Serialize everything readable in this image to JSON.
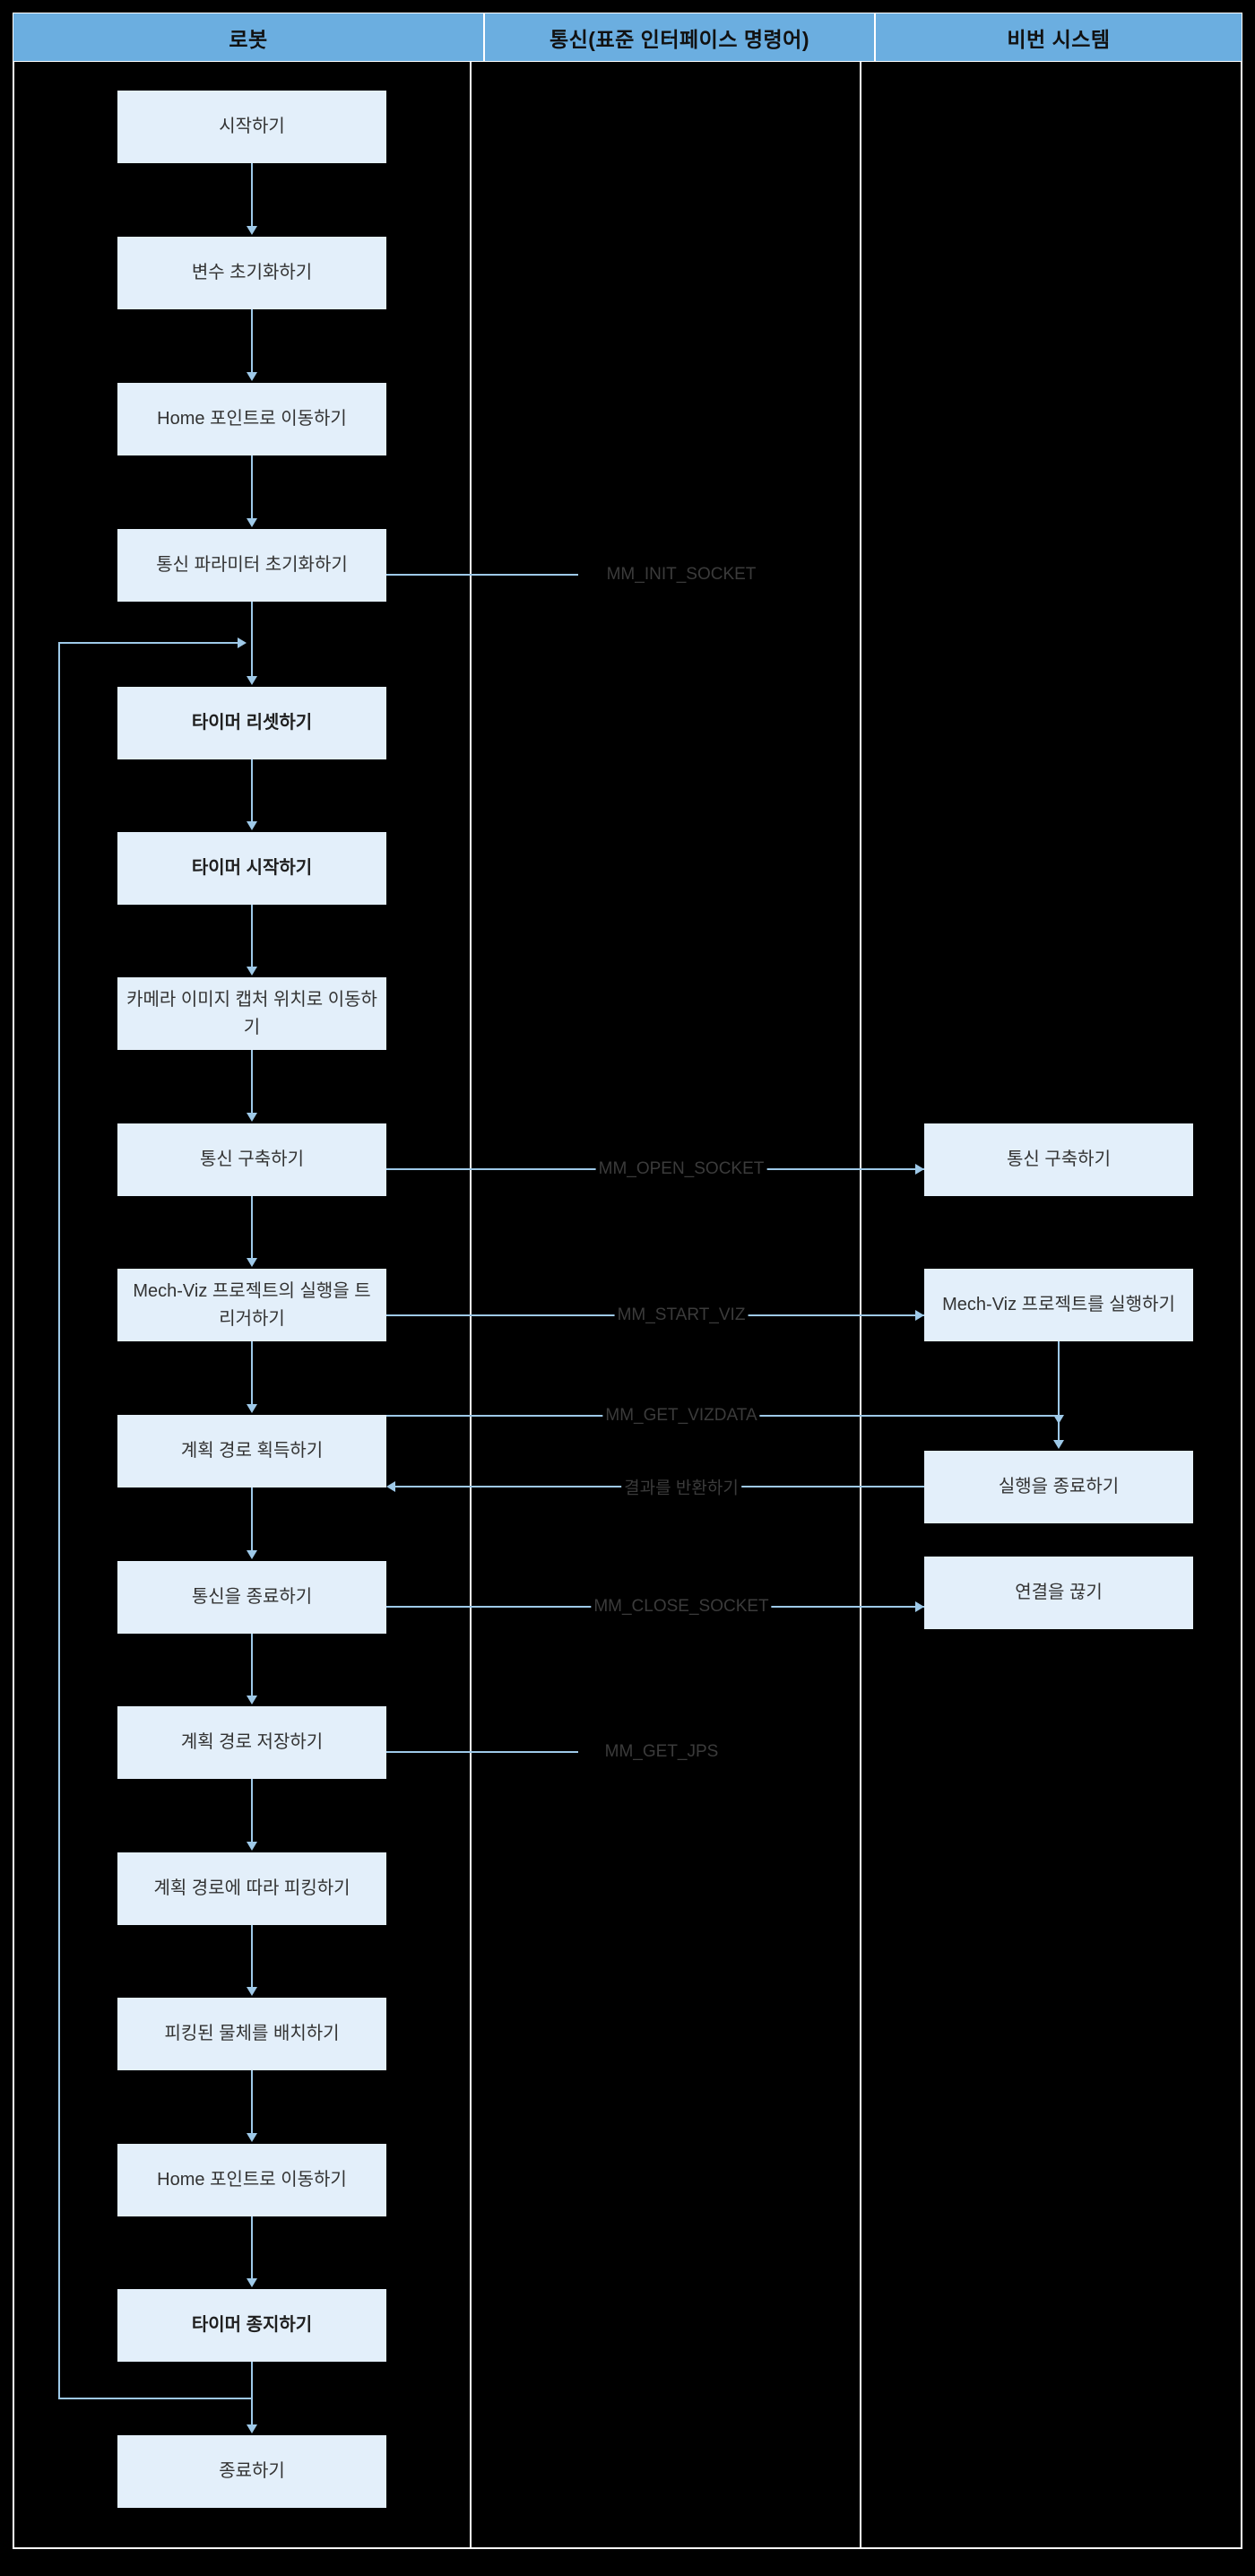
{
  "lanes": [
    {
      "id": "robot",
      "title": "로봇"
    },
    {
      "id": "comm",
      "title": "통신(표준 인터페이스 명령어)"
    },
    {
      "id": "vision",
      "title": "비번 시스템"
    }
  ],
  "colors": {
    "lane_header_bg": "#6BAEE0",
    "node_bg": "#E3EFFA",
    "connector": "#9EC9E8",
    "background": "#000000",
    "divider": "#FFFFFF",
    "text": "#333333",
    "label_text": "#3B3B3B"
  },
  "robot_nodes": [
    {
      "id": "start",
      "label": "시작하기",
      "bold": false
    },
    {
      "id": "init-vars",
      "label": "변수 초기화하기",
      "bold": false
    },
    {
      "id": "move-home-1",
      "label": "Home 포인트로 이동하기",
      "bold": false
    },
    {
      "id": "init-comm-param",
      "label": "통신 파라미터 초기화하기",
      "bold": false
    },
    {
      "id": "timer-reset",
      "label": "타이머 리셋하기",
      "bold": true
    },
    {
      "id": "timer-start",
      "label": "타이머 시작하기",
      "bold": true
    },
    {
      "id": "move-capture",
      "label": "카메라 이미지 캡처 위치로 이동하기",
      "bold": false
    },
    {
      "id": "build-comm",
      "label": "통신 구축하기",
      "bold": false
    },
    {
      "id": "trigger-viz",
      "label": "Mech-Viz 프로젝트의 실행을 트리거하기",
      "bold": false
    },
    {
      "id": "get-path",
      "label": "계획 경로 획득하기",
      "bold": false
    },
    {
      "id": "close-comm",
      "label": "통신을 종료하기",
      "bold": false
    },
    {
      "id": "save-path",
      "label": "계획 경로 저장하기",
      "bold": false
    },
    {
      "id": "pick-along",
      "label": "계획 경로에 따라 피킹하기",
      "bold": false
    },
    {
      "id": "place-object",
      "label": "피킹된 물체를 배치하기",
      "bold": false
    },
    {
      "id": "move-home-2",
      "label": "Home 포인트로 이동하기",
      "bold": false
    },
    {
      "id": "timer-stop",
      "label": "타이머 종지하기",
      "bold": true
    },
    {
      "id": "end",
      "label": "종료하기",
      "bold": false
    }
  ],
  "vision_nodes": [
    {
      "id": "v-build-comm",
      "label": "통신 구축하기"
    },
    {
      "id": "v-run-viz",
      "label": "Mech-Viz 프로젝트를 실행하기"
    },
    {
      "id": "v-finish-run",
      "label": "실행을 종료하기"
    },
    {
      "id": "v-disconnect",
      "label": "연결을 끊기"
    }
  ],
  "messages": [
    {
      "id": "msg-init-socket",
      "label": "MM_INIT_SOCKET"
    },
    {
      "id": "msg-open-socket",
      "label": "MM_OPEN_SOCKET"
    },
    {
      "id": "msg-start-viz",
      "label": "MM_START_VIZ"
    },
    {
      "id": "msg-get-vizdata",
      "label": "MM_GET_VIZDATA"
    },
    {
      "id": "msg-return-result",
      "label": "결과를 반환하기"
    },
    {
      "id": "msg-close-socket",
      "label": "MM_CLOSE_SOCKET"
    },
    {
      "id": "msg-get-jps",
      "label": "MM_GET_JPS"
    }
  ]
}
